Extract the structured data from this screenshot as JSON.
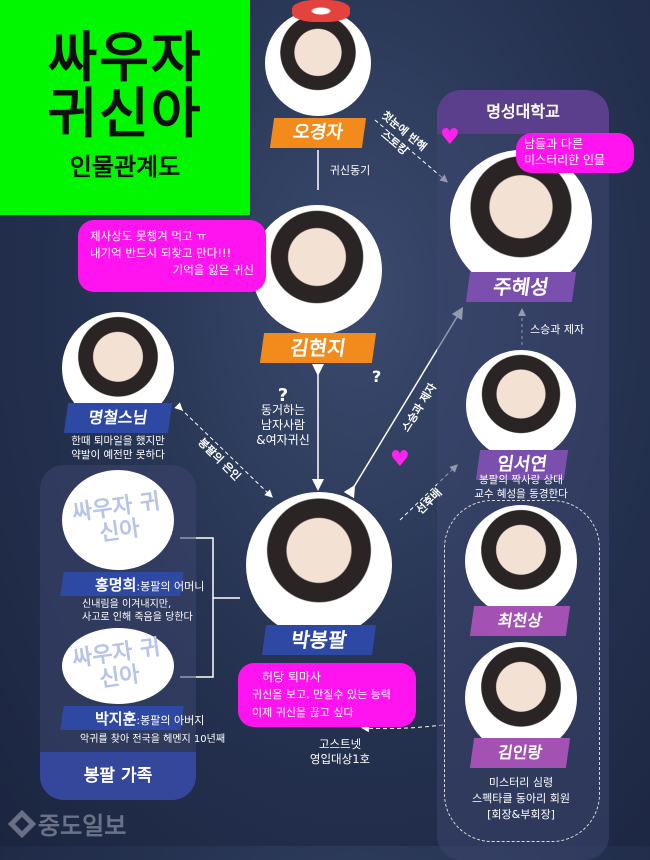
{
  "title": {
    "line1": "싸우자",
    "line2": "귀신아",
    "subtitle": "인물관계도"
  },
  "school": {
    "header": "명성대학교"
  },
  "family": {
    "footer": "봉팔 가족"
  },
  "logo_text": "싸우자 귀신아",
  "watermark": "중도일보",
  "characters": {
    "oh": {
      "name": "오경자"
    },
    "kim": {
      "name": "김현지",
      "bubble": [
        "제사상도 못챙겨 먹고 ㅠ",
        "내기억 반드시 되찾고 만다!!!",
        "기억을 잃은 귀신"
      ]
    },
    "joo": {
      "name": "주혜성",
      "bubble": [
        "남들과 다른",
        "미스터리한 인물"
      ]
    },
    "myeong": {
      "name": "명철스님",
      "desc": [
        "한때 퇴마일을 했지만",
        "약발이 예전만 못하다"
      ]
    },
    "lim": {
      "name": "임서연",
      "desc": [
        "봉팔의 짝사랑 상대",
        "교수 혜성을 동경한다"
      ]
    },
    "park": {
      "name": "박봉팔",
      "bubble": [
        "허당 퇴마사",
        "귀신을 보고, 만질수 있는 능력",
        "이제 귀신을 끊고 싶다"
      ]
    },
    "choi": {
      "name": "최천상"
    },
    "kimin": {
      "name": "김인랑",
      "desc": [
        "미스터리 심령",
        "스펙타클 동아리 회원",
        "[회장&부회장]"
      ]
    },
    "hong": {
      "name": "홍명희",
      "role": ":봉팔의 어머니",
      "desc": [
        "신내림을 이겨내지만,",
        "사고로 인해 죽음을 당한다"
      ]
    },
    "parkji": {
      "name": "박지훈",
      "role": ":봉팔의 아버지",
      "desc": [
        "악귀를 찾아 전국을 헤멘지 10년째"
      ]
    }
  },
  "relations": {
    "oh_kim": "귀신동기",
    "oh_joo": [
      "첫눈에 반해",
      "스토킹"
    ],
    "kim_park": [
      "?",
      "동거하는",
      "남자사람",
      "&여자귀신"
    ],
    "park_joo": "스승과 제자",
    "park_joo_q": "?",
    "lim_joo": "스승과 제자",
    "lim_park": "선후배",
    "myeong_park": "봉팔의 은인",
    "park_kimin": [
      "고스트넷",
      "영입대상1호"
    ]
  }
}
